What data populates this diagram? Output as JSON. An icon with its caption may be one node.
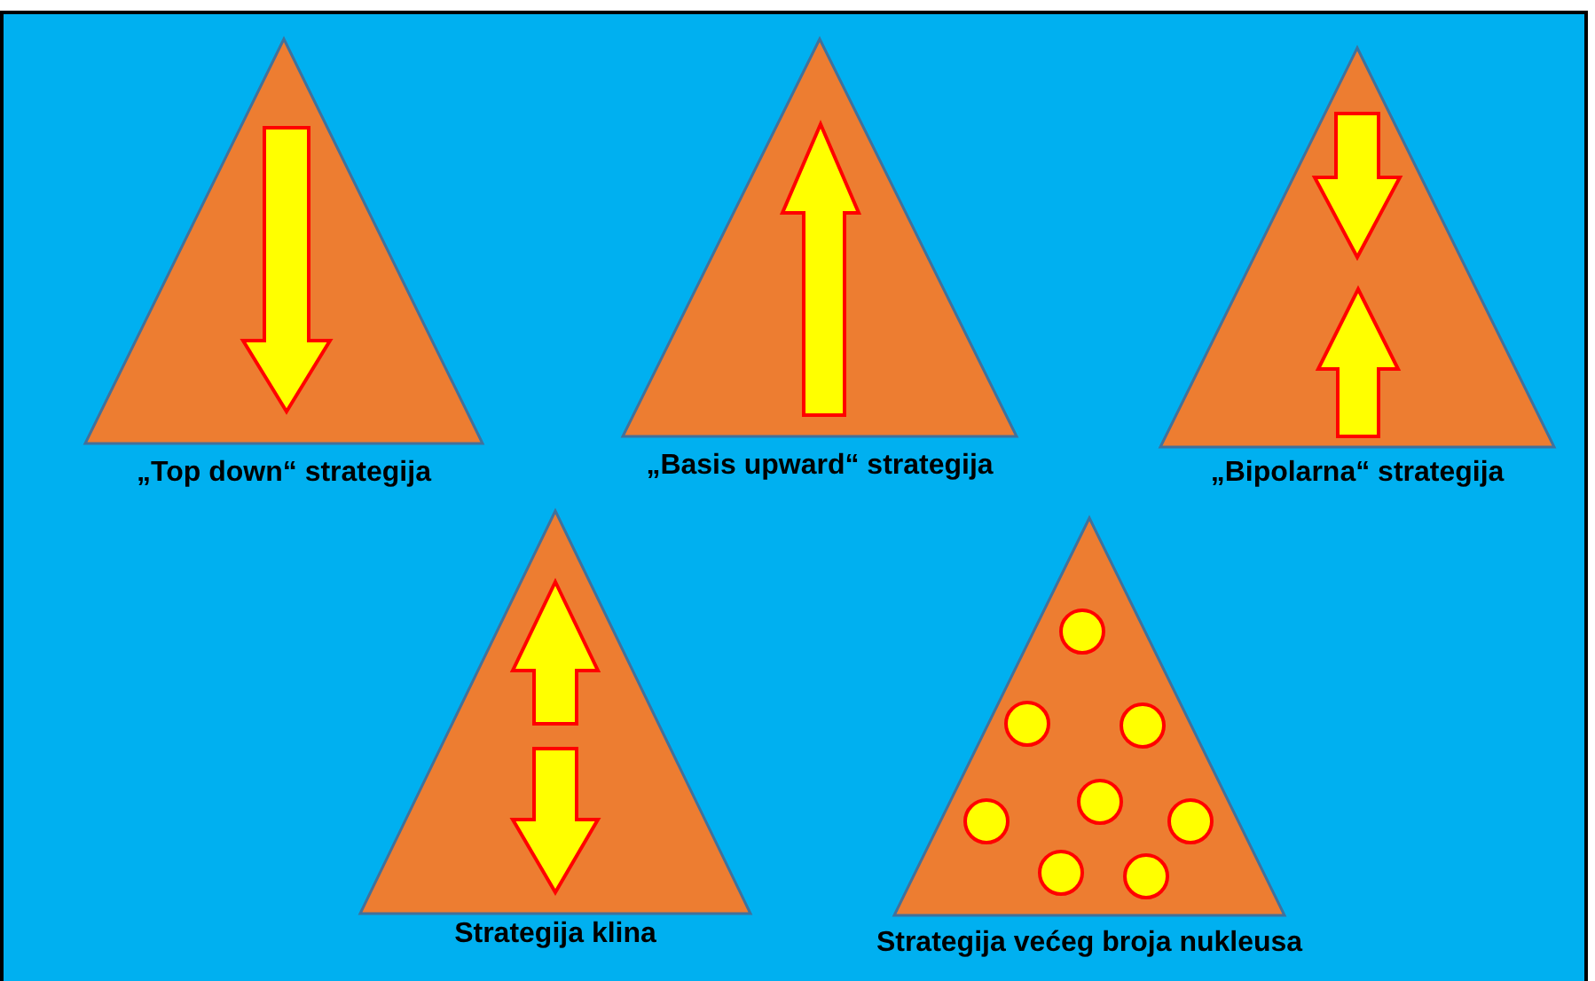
{
  "diagram": {
    "nodes": [
      {
        "text": [
          "„Top down“ strategija"
        ]
      },
      {
        "text": [
          "„Basis upward“ strategija"
        ]
      },
      {
        "text": [
          "„Bipolarna“ strategija"
        ]
      },
      {
        "text": [
          "Strategija klina"
        ]
      },
      {
        "text": [
          "Strategija većeg broja nukleusa"
        ]
      }
    ]
  }
}
